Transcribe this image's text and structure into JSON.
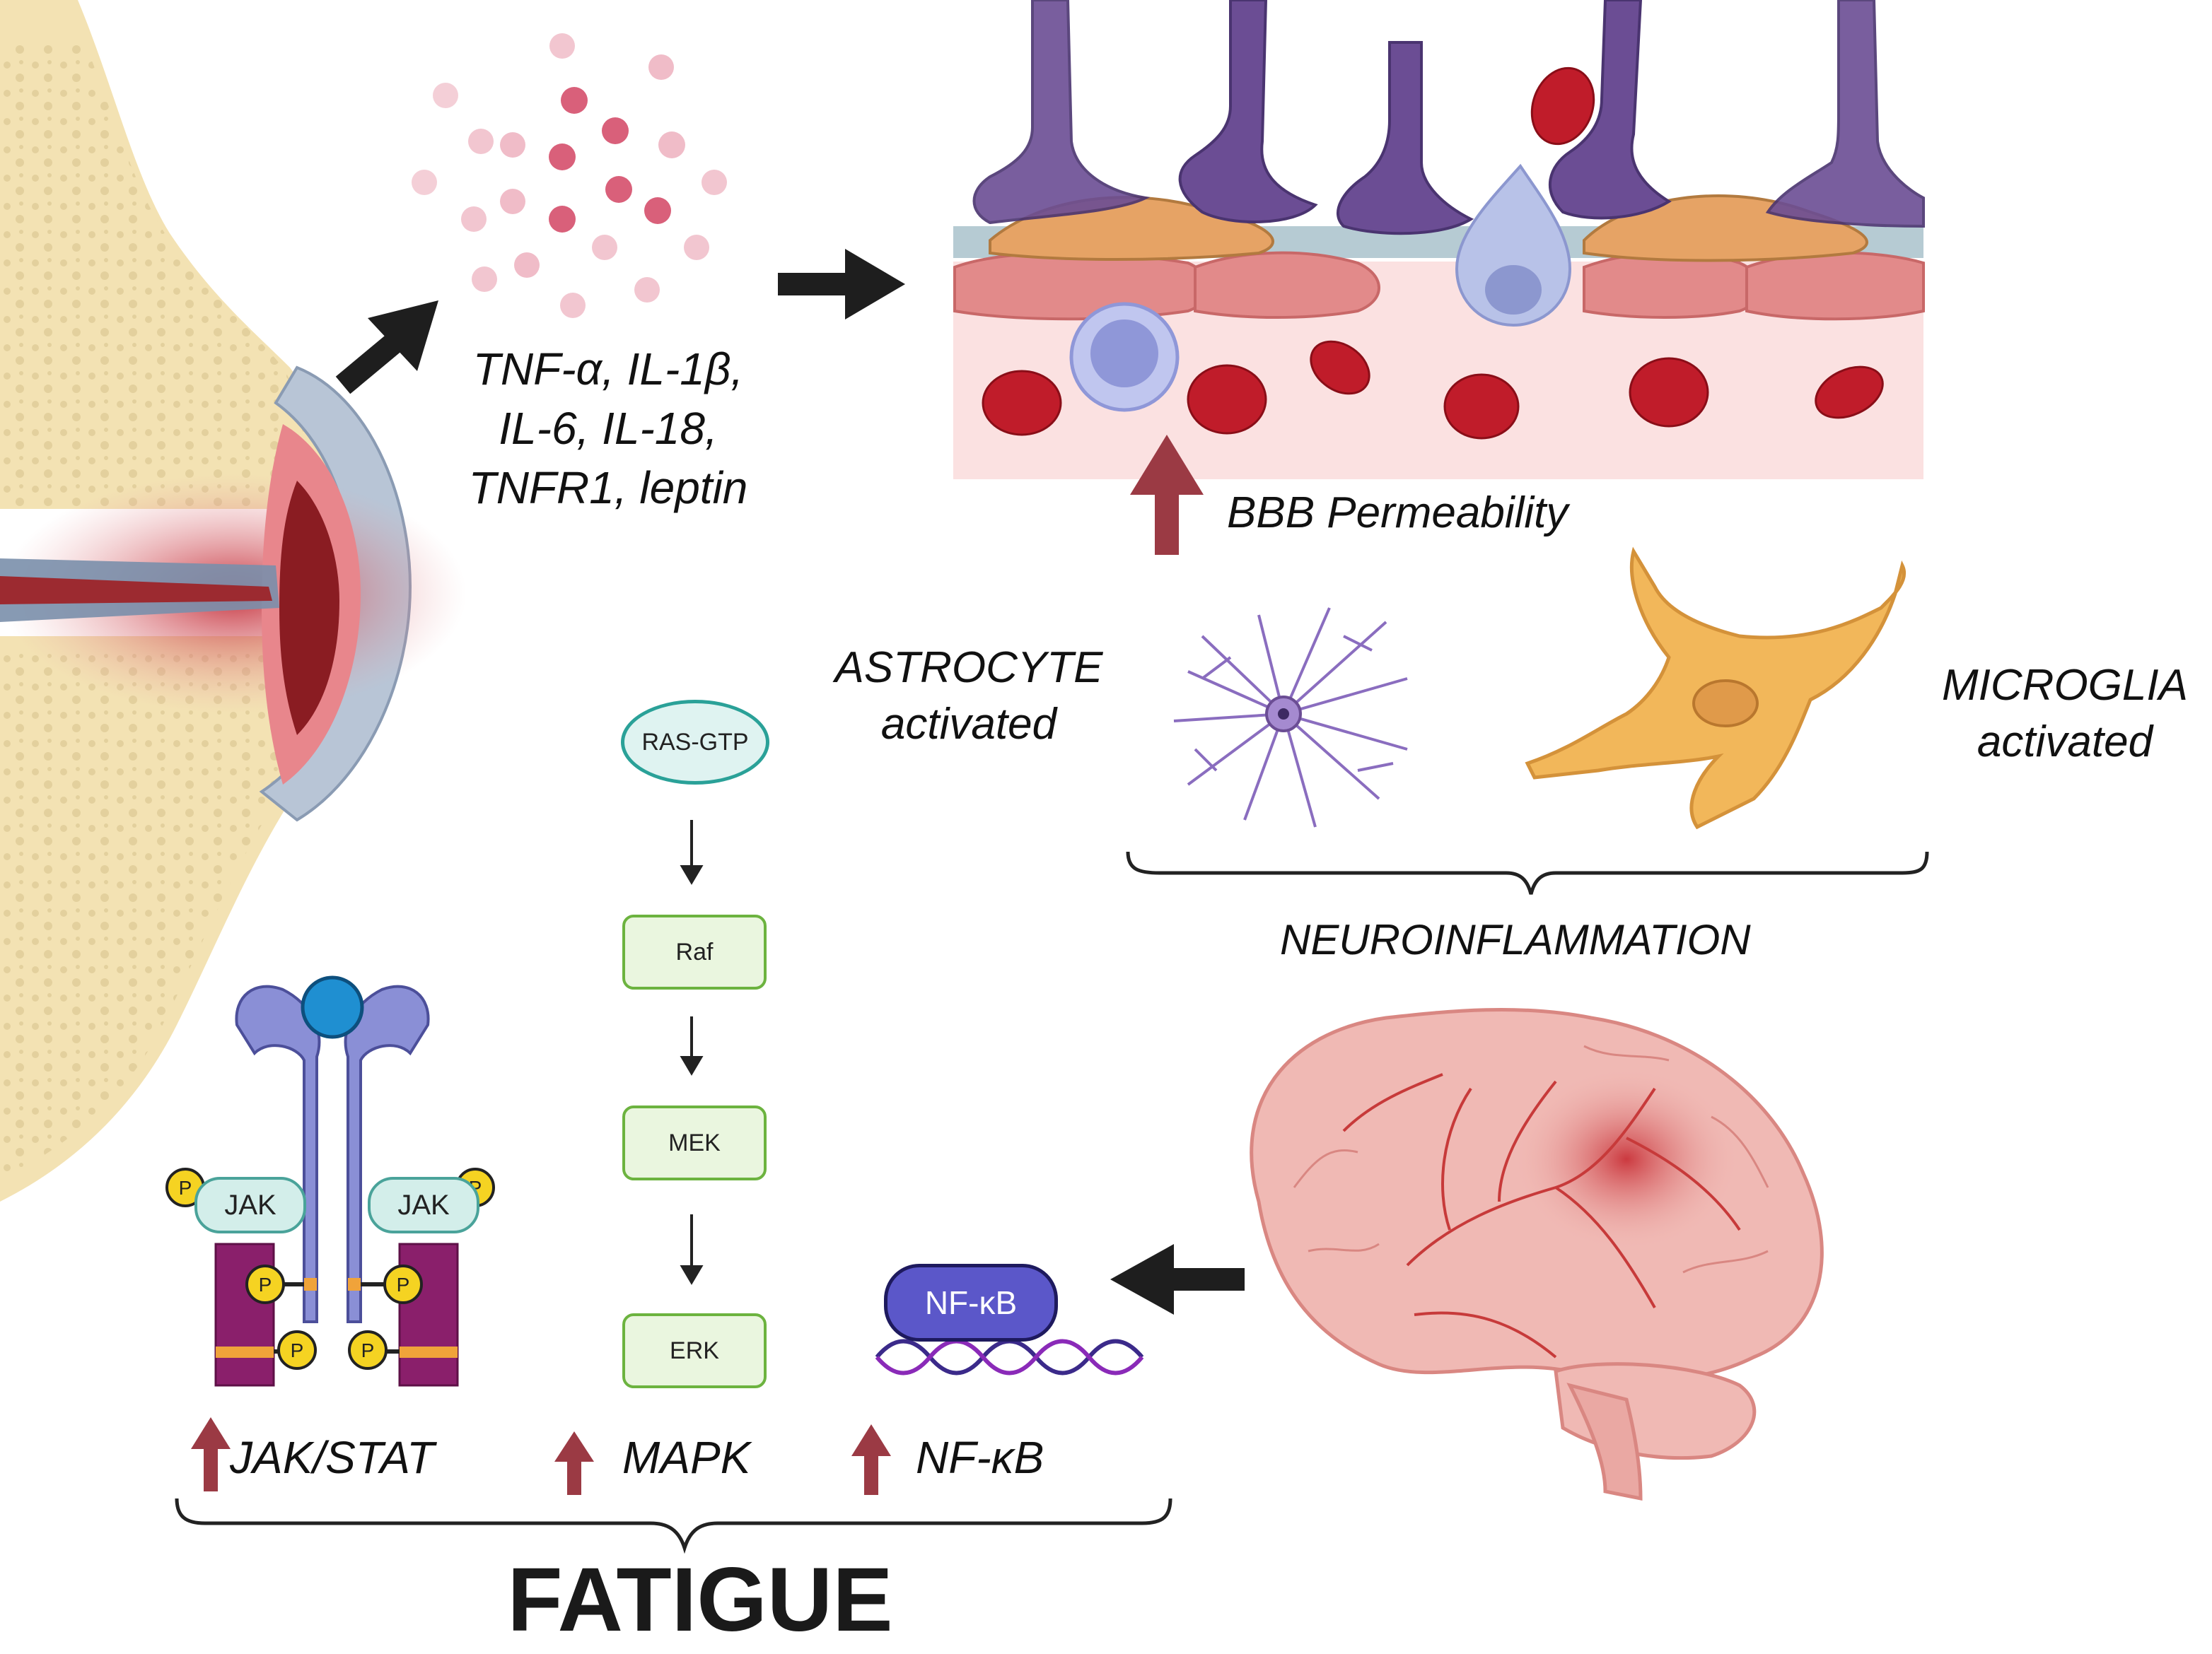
{
  "cytokines": {
    "line1": "TNF-α, IL-1β,",
    "line2": "IL-6, IL-18,",
    "line3": "TNFR1, leptin"
  },
  "bbb_label": "BBB Permeability",
  "astrocyte": {
    "line1": "ASTROCYTE",
    "line2": "activated"
  },
  "microglia": {
    "line1": "MICROGLIA",
    "line2": "activated"
  },
  "neuroinflammation_label": "NEUROINFLAMMATION",
  "mapk_cascade": {
    "ras": "RAS-GTP",
    "raf": "Raf",
    "mek": "MEK",
    "erk": "ERK"
  },
  "receptor": {
    "jak_left": "JAK",
    "jak_right": "JAK",
    "phospho": "P"
  },
  "nfkb_complex": "NF-κB",
  "pathways": {
    "jak_stat": "JAK/STAT",
    "mapk": "MAPK",
    "nfkb": "NF-κB"
  },
  "outcome": "FATIGUE",
  "colors": {
    "up_arrow": "#9b3a44",
    "flow_arrow": "#1e1e1e",
    "astrocyte": "#8a6dbf",
    "microglia": "#f2b75a",
    "brain": "#f0b9b4"
  }
}
